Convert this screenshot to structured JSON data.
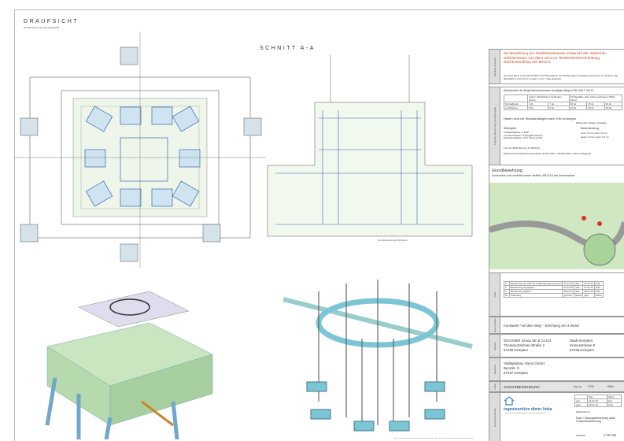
{
  "plan": {
    "title": "DRAUFSICHT",
    "subtitle": "Grundbewehrung nicht dargestellt"
  },
  "section": {
    "title": "SCHNITT  A-A",
    "note": "Grundbewehrung Ø12/10cm"
  },
  "titleblock": {
    "notice_side": "Wichtige Hinweise",
    "notice_red": "Die Bewehrung der Stahlbetonbauteile entspricht den statischen Erfordernissen und dient nicht zur Rissbreitenbeschränkung. Nachbehandlung des Betons.",
    "notice_small": "Der junge Beton ist gemäß Richtlinie \"Nachbehandlung\" des DAfStb gegen vorzeitiges Austrocknen zu schützen. Alle Betonflächen sind feucht zu halten, mind. 7 Tage abdecken.",
    "rebar_side": "Angaben Bewehrung und Betongüte",
    "rebar_title": "Mindestwerte der Biegerollendurchmesser einmaliges Biegen  DIN 1045-1 Tab.23",
    "rebar_headers": [
      "Haken, Winkelhaken Schlaufen (dmin)",
      "Schrägstäbe oder andere gebogene Stäbe (dmin)"
    ],
    "rebar_rows": [
      [
        "Normalbeton",
        "4 ds",
        "7 ds",
        "10 ds",
        "15 ds",
        "20 ds"
      ],
      [
        "Leichtbeton",
        "5 ds",
        "9 ds",
        "13 ds",
        "20 ds",
        "26 ds"
      ]
    ],
    "hook_note": "Haken sind mit Standardlängen nach DIN zu biegen.",
    "hook_note2": "Mattenstoß einlagig / zweilagig",
    "grade_label": "Betongüte",
    "grade_lines": [
      "Festigkeitsklasse: C 30/37",
      "Konsistenzklasse: F3 (Regelkonsistenz)",
      "Expositionsklassen: XC4, XD1 und XF4"
    ],
    "cover_label": "Betondeckung",
    "cover_lines": [
      "innen: 5,0 cm   oben: 5,0 cm",
      "außen: 5,0 cm   unten: 5,0 cm"
    ],
    "steel": "Form Nr. B500 (B)      Form Nr. B500 (A)",
    "norm": "Ergänzend sind die Bewehrungsrichtlinien der DIN 1045-1 / DIN EN 1992-1-1 (EC2) maßgebend",
    "grund_title": "Grundbewehrung:",
    "grund_text": "horizontal und vertikal sowie seitlich Ø12/10 cm kreuzweise",
    "index_side": "Index",
    "rev": [
      [
        "3",
        "Bewehrung aus Plan Nr.8 (Schnitt) übernommen",
        "21.03.16",
        "dwe",
        "21.03.16",
        "linka"
      ],
      [
        "2",
        "Bewehrung angepasst",
        "07.03.16",
        "dwe",
        "07.03.16",
        "linka"
      ],
      [
        "1",
        "Bewehrung ergänzt",
        "28.02.16",
        "dwe",
        "28.02.16",
        "linka"
      ],
      [
        "Nr.",
        "Änderung",
        "gezeich.",
        "Name",
        "gepr.",
        "Name"
      ]
    ],
    "project_side": "Bauvorhaben",
    "project": "Kunstwerk \"Auf dem Weg\" - Errichtung von 3 Stelen",
    "client_side": "Bauherr",
    "client1": [
      "DACHSER Group SE & Co.KG",
      "Thomas-Dachser-Straße 2",
      "87439 Kempten"
    ],
    "client2": [
      "Stadt Kempten",
      "Kronenstrasse 8",
      "87435 Kempten"
    ],
    "contractor_side": "Baufirma",
    "contractor": [
      "Stahlglasbau Stenn GmbH",
      "Benzstr. 5",
      "87437 Kempten"
    ],
    "plan_side": "Inhalt",
    "plan_title": "ZUSATZBEWEHRUNG",
    "plan_no_label": "Plan-Nr.",
    "plan_no": "1702",
    "plan_size": "600x",
    "office": "ingenieurbüro dieter linka",
    "office_sub": "Tragwerksplanung | Bauphysik | Sachverständigenbüro",
    "sig": [
      [
        "",
        "Tag",
        "Name"
      ],
      [
        "gez.",
        "21.02.16",
        "dwe"
      ],
      [
        "gepr.",
        "28.02.16",
        "linka"
      ]
    ],
    "sig_label": "Maßstab/Format",
    "desc": "Stahl- / Glasvogelbewehrung sowie Fundamentbewehrung",
    "scale_label": "Maßstab",
    "scale": "1:10 mm",
    "author_side": "Entwurfsverfasser",
    "footer": "Diese Zeichnung ist geistiges Eigentum des Bürofirmeninhabers. Eine Verwendung ist nur mit Zustimmung erlaubt."
  }
}
